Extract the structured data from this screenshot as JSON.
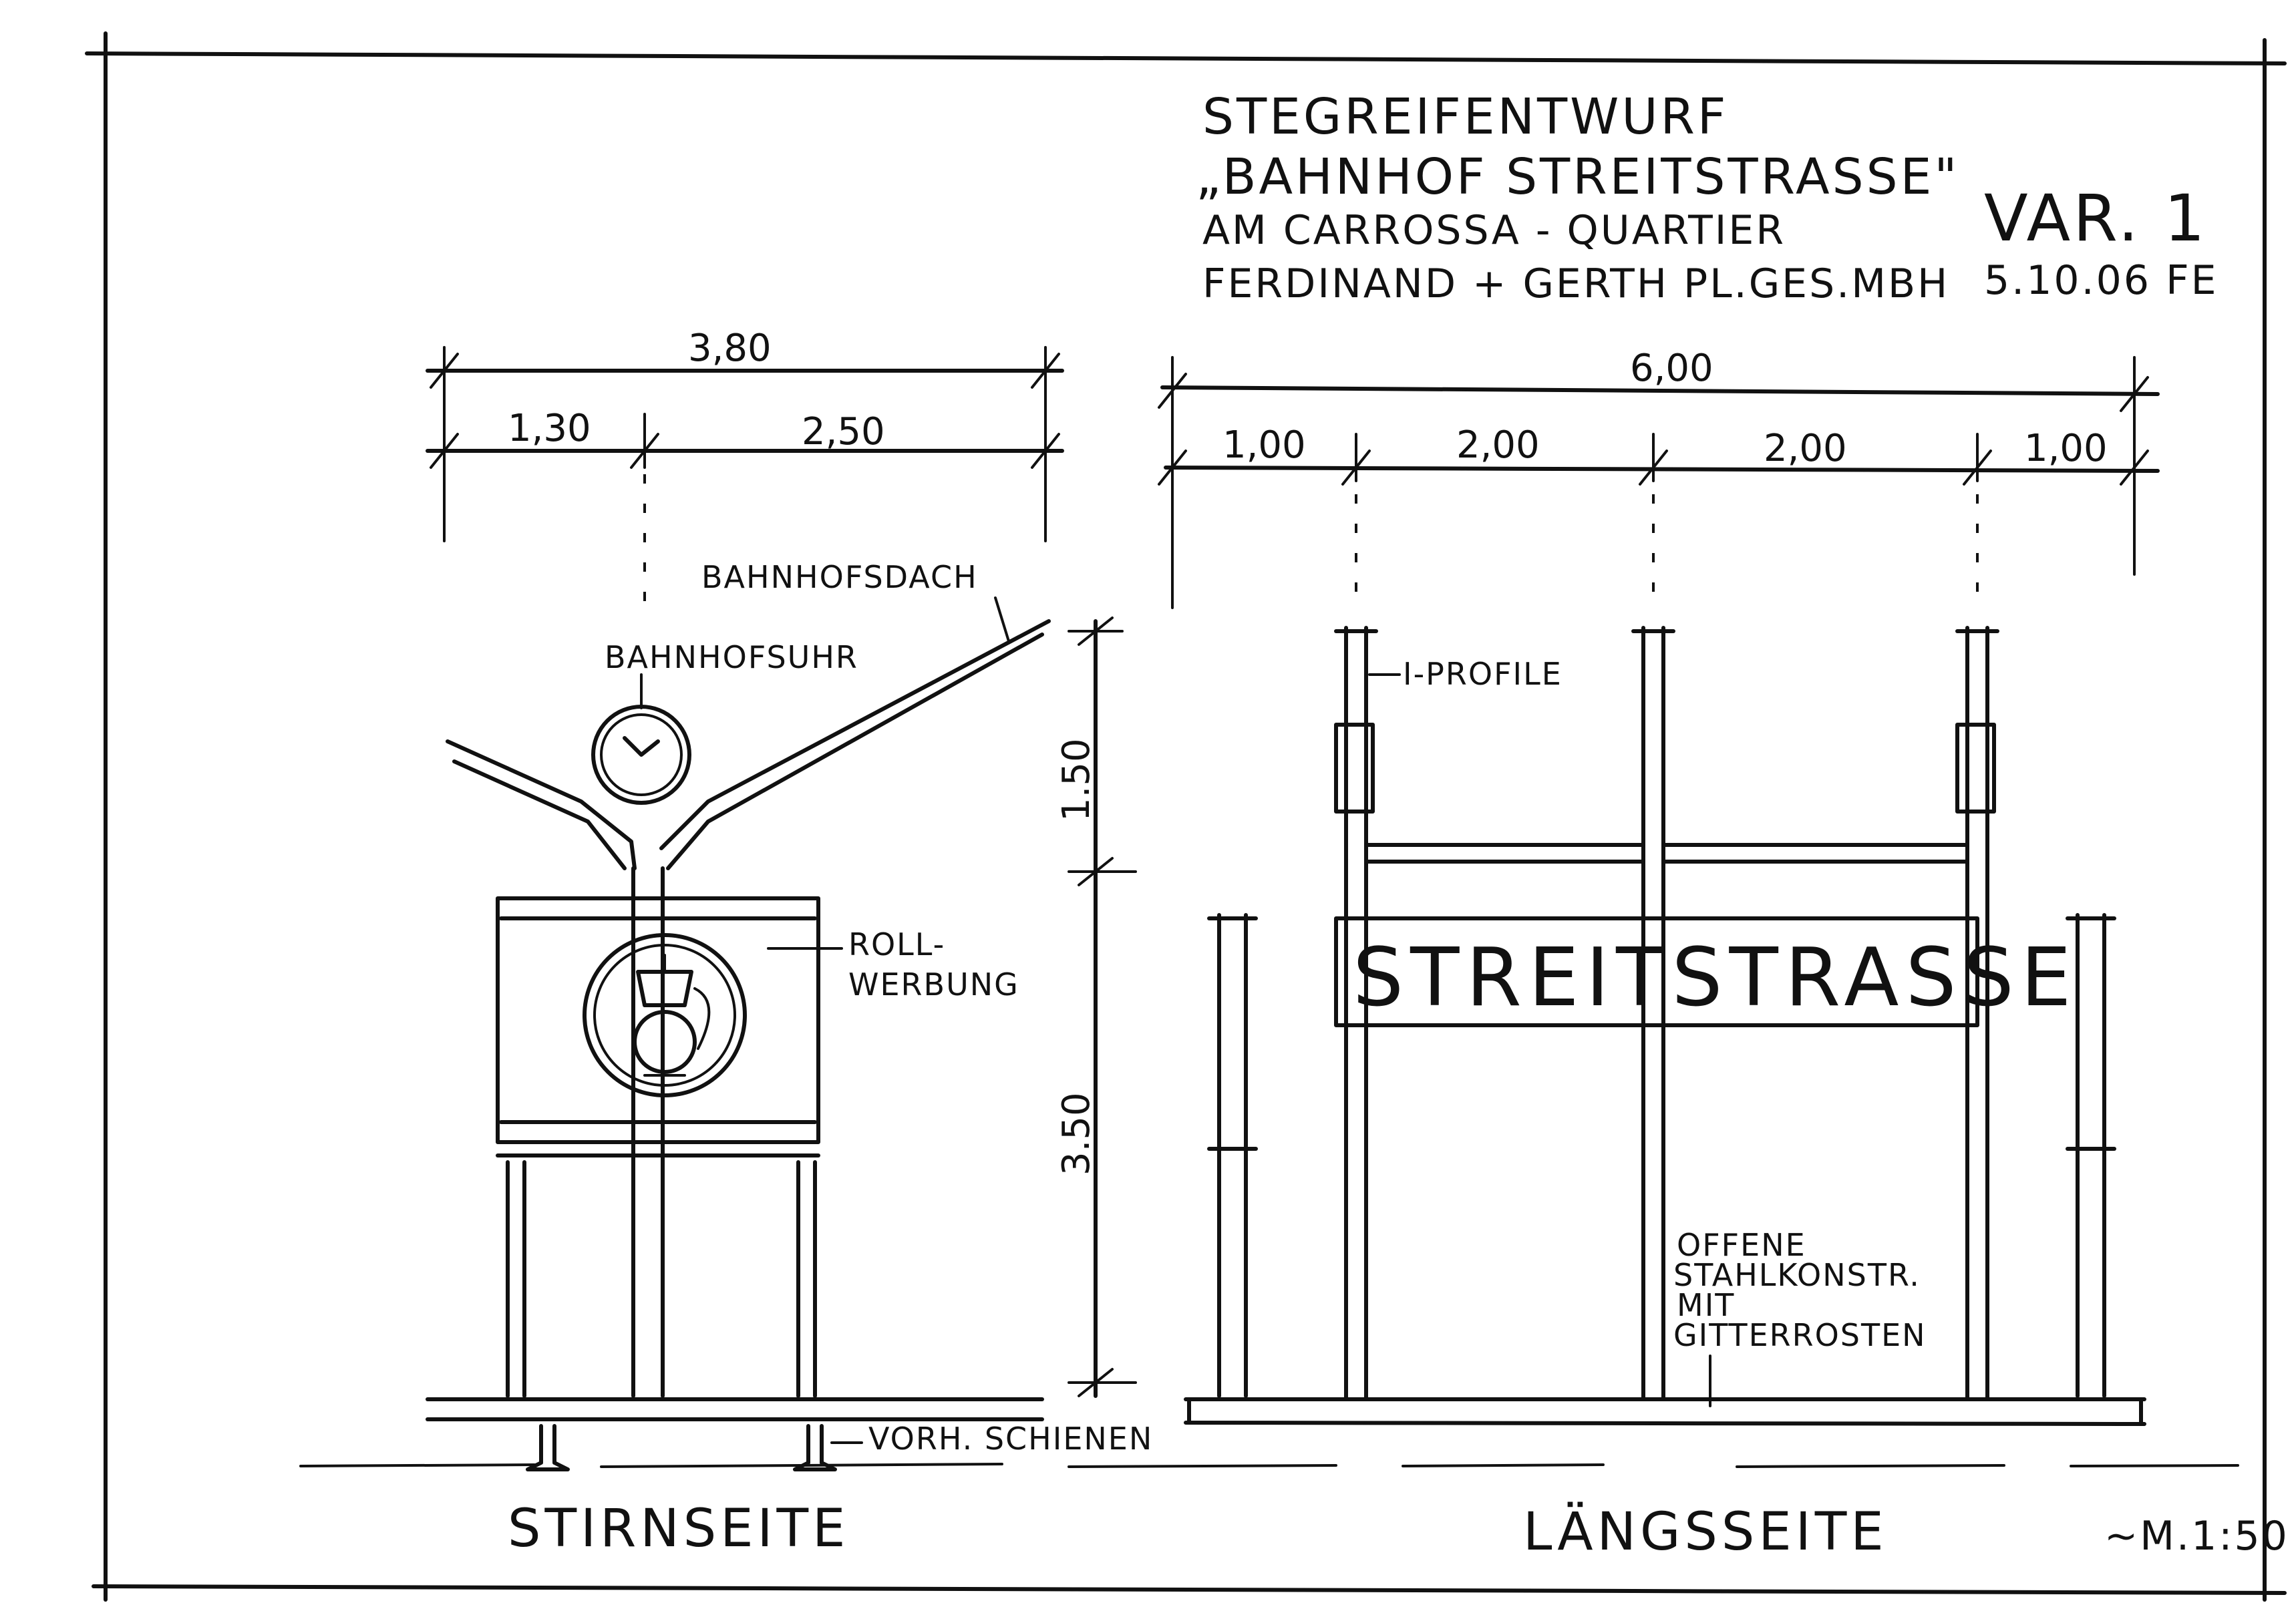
{
  "title": {
    "line1": "STEGREIFENTWURF",
    "line2": "„BAHNHOF STREITSTRASSE\"",
    "line3": "AM CARROSSA - QUARTIER",
    "line4": "FERDINAND + GERTH PL.GES.MBH"
  },
  "variant": "VAR. 1",
  "date": "5.10.06 FE",
  "front_view": {
    "caption": "STIRNSEITE",
    "dim_total": "3,80",
    "dim_left": "1,30",
    "dim_right": "2,50",
    "dim_upper": "1.50",
    "dim_lower": "3.50",
    "label_roof": "BAHNHOFSDACH",
    "label_clock": "BAHNHOFSUHR",
    "label_ad_1": "ROLL-",
    "label_ad_2": "WERBUNG",
    "label_rails": "VORH. SCHIENEN"
  },
  "side_view": {
    "caption": "LÄNGSSEITE",
    "dim_total": "6,00",
    "dim_segments": [
      "1,00",
      "2,00",
      "2,00",
      "1,00"
    ],
    "label_profile": "I-PROFILE",
    "sign_text": "STREITSTRASSE",
    "label_steel_1": "OFFENE",
    "label_steel_2": "STAHLKONSTR.",
    "label_steel_3": "MIT",
    "label_steel_4": "GITTERROSTEN"
  },
  "scale": "~M.1:50"
}
